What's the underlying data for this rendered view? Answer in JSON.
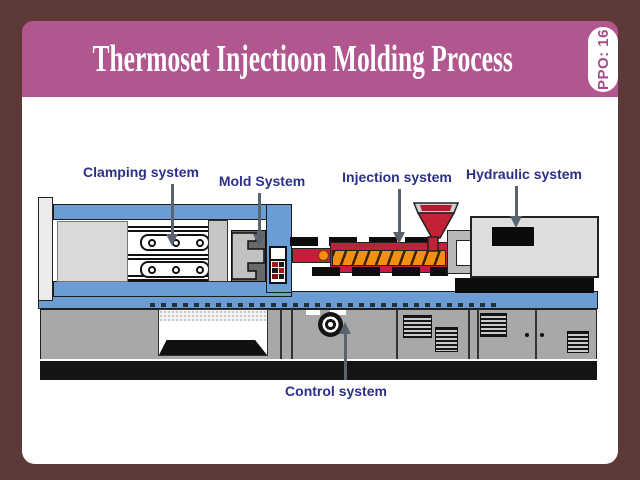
{
  "header": {
    "title": "Thermoset Injectioon Molding Process",
    "badge": "PPO: 16"
  },
  "diagram": {
    "labels": {
      "clamping": "Clamping system",
      "mold": "Mold System",
      "injection": "Injection system",
      "hydraulic": "Hydraulic system",
      "control": "Control system"
    }
  },
  "colors": {
    "frame_border": "#5d3a37",
    "banner": "#b1568e",
    "badge_bg": "#ffffff",
    "badge_text": "#a64c86",
    "label_text": "#2b3088",
    "machine_blue": "#6b9dd4",
    "barrel_red": "#c41e3d",
    "screw_orange": "#f29111",
    "machine_gray": "#a8a8a8"
  }
}
